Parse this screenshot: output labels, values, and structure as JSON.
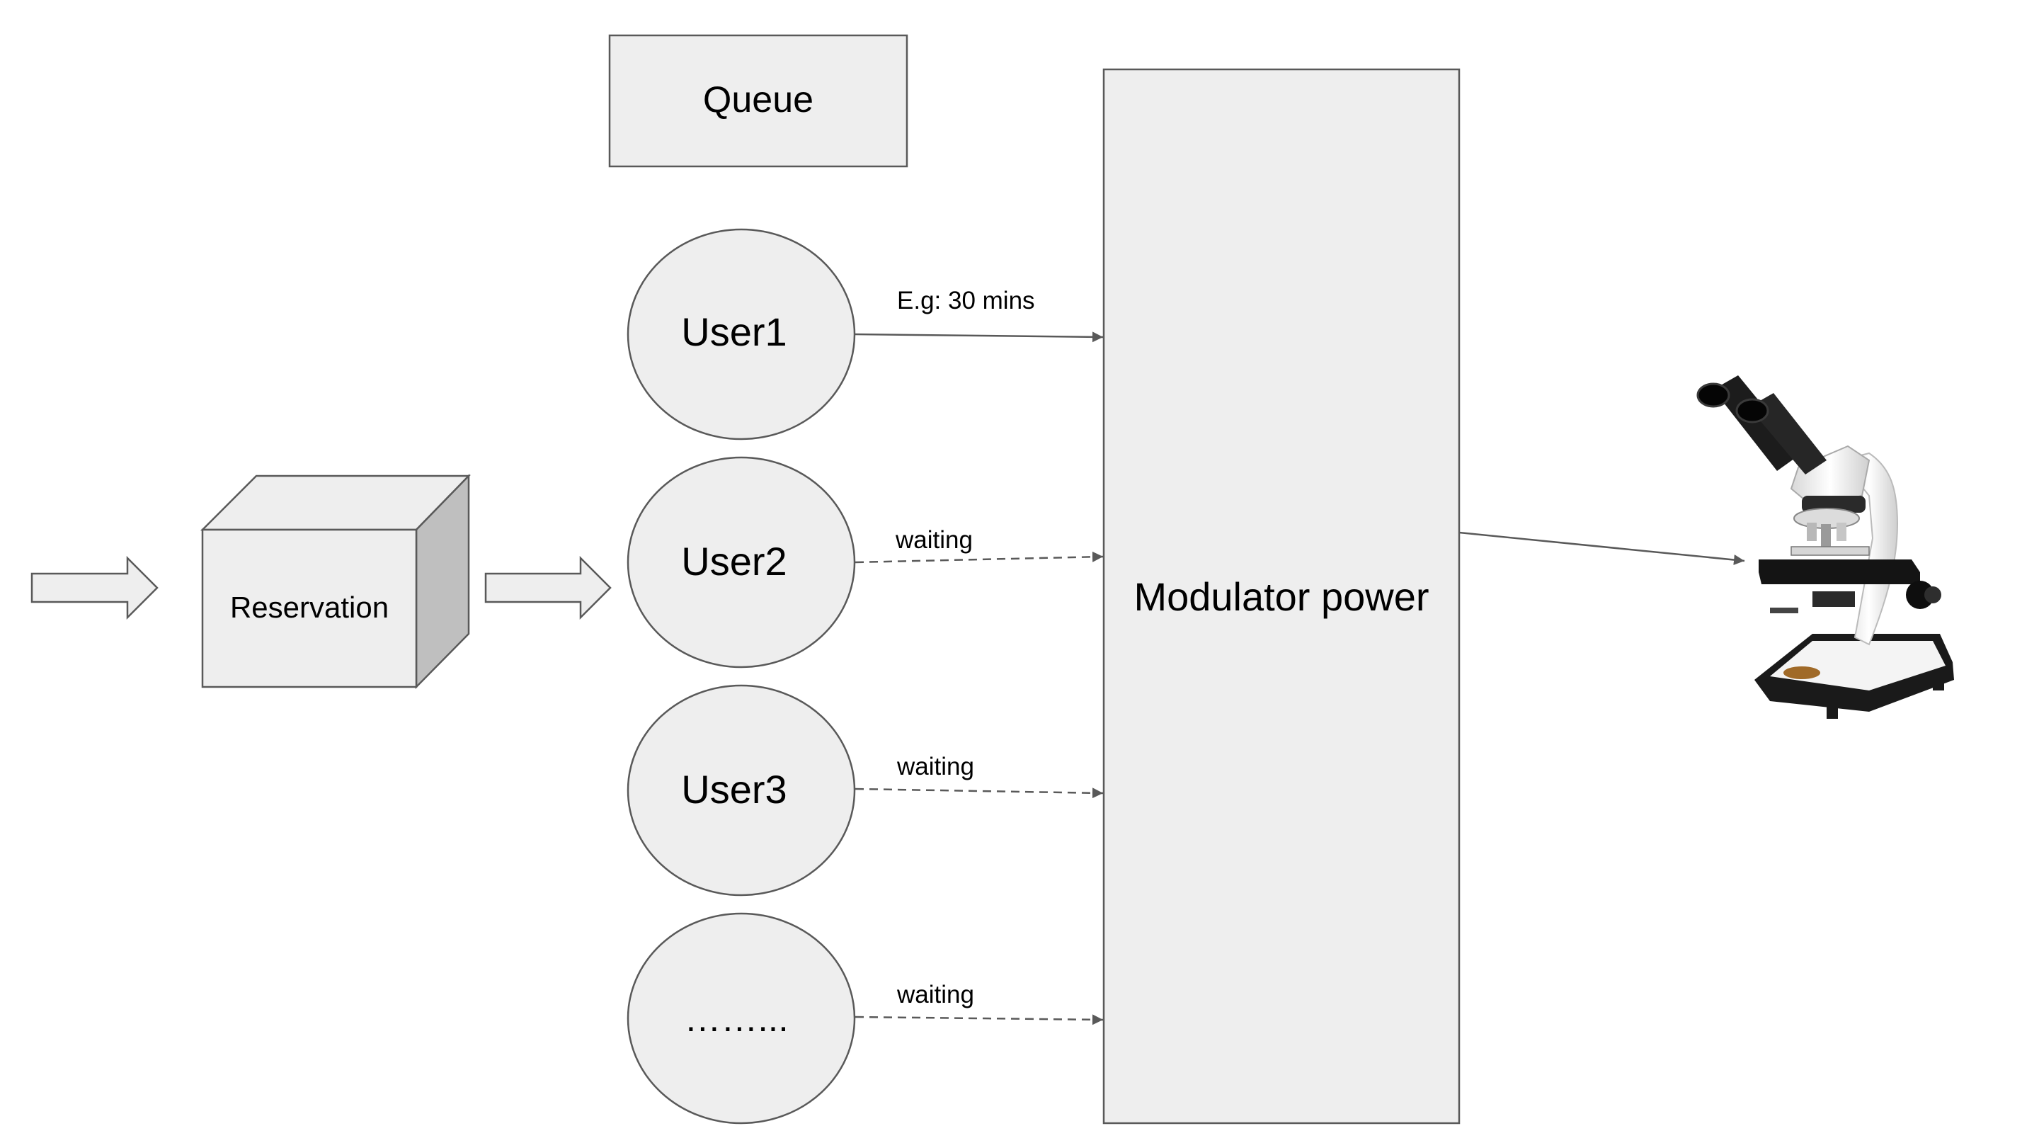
{
  "colors": {
    "box_fill": "#eeeeee",
    "box_stroke": "#595959",
    "cube_side": "#bfbfbf",
    "arrow": "#595959"
  },
  "queue": {
    "label": "Queue"
  },
  "reservation": {
    "label": "Reservation"
  },
  "modulator": {
    "label": "Modulator power"
  },
  "users": [
    {
      "label": "User1",
      "edge_label": "E.g: 30 mins",
      "edge_style": "solid"
    },
    {
      "label": "User2",
      "edge_label": "waiting",
      "edge_style": "dashed"
    },
    {
      "label": "User3",
      "edge_label": "waiting",
      "edge_style": "dashed"
    },
    {
      "label": "……...",
      "edge_label": "waiting",
      "edge_style": "dashed"
    }
  ],
  "microscope": {
    "icon": "microscope-icon"
  }
}
